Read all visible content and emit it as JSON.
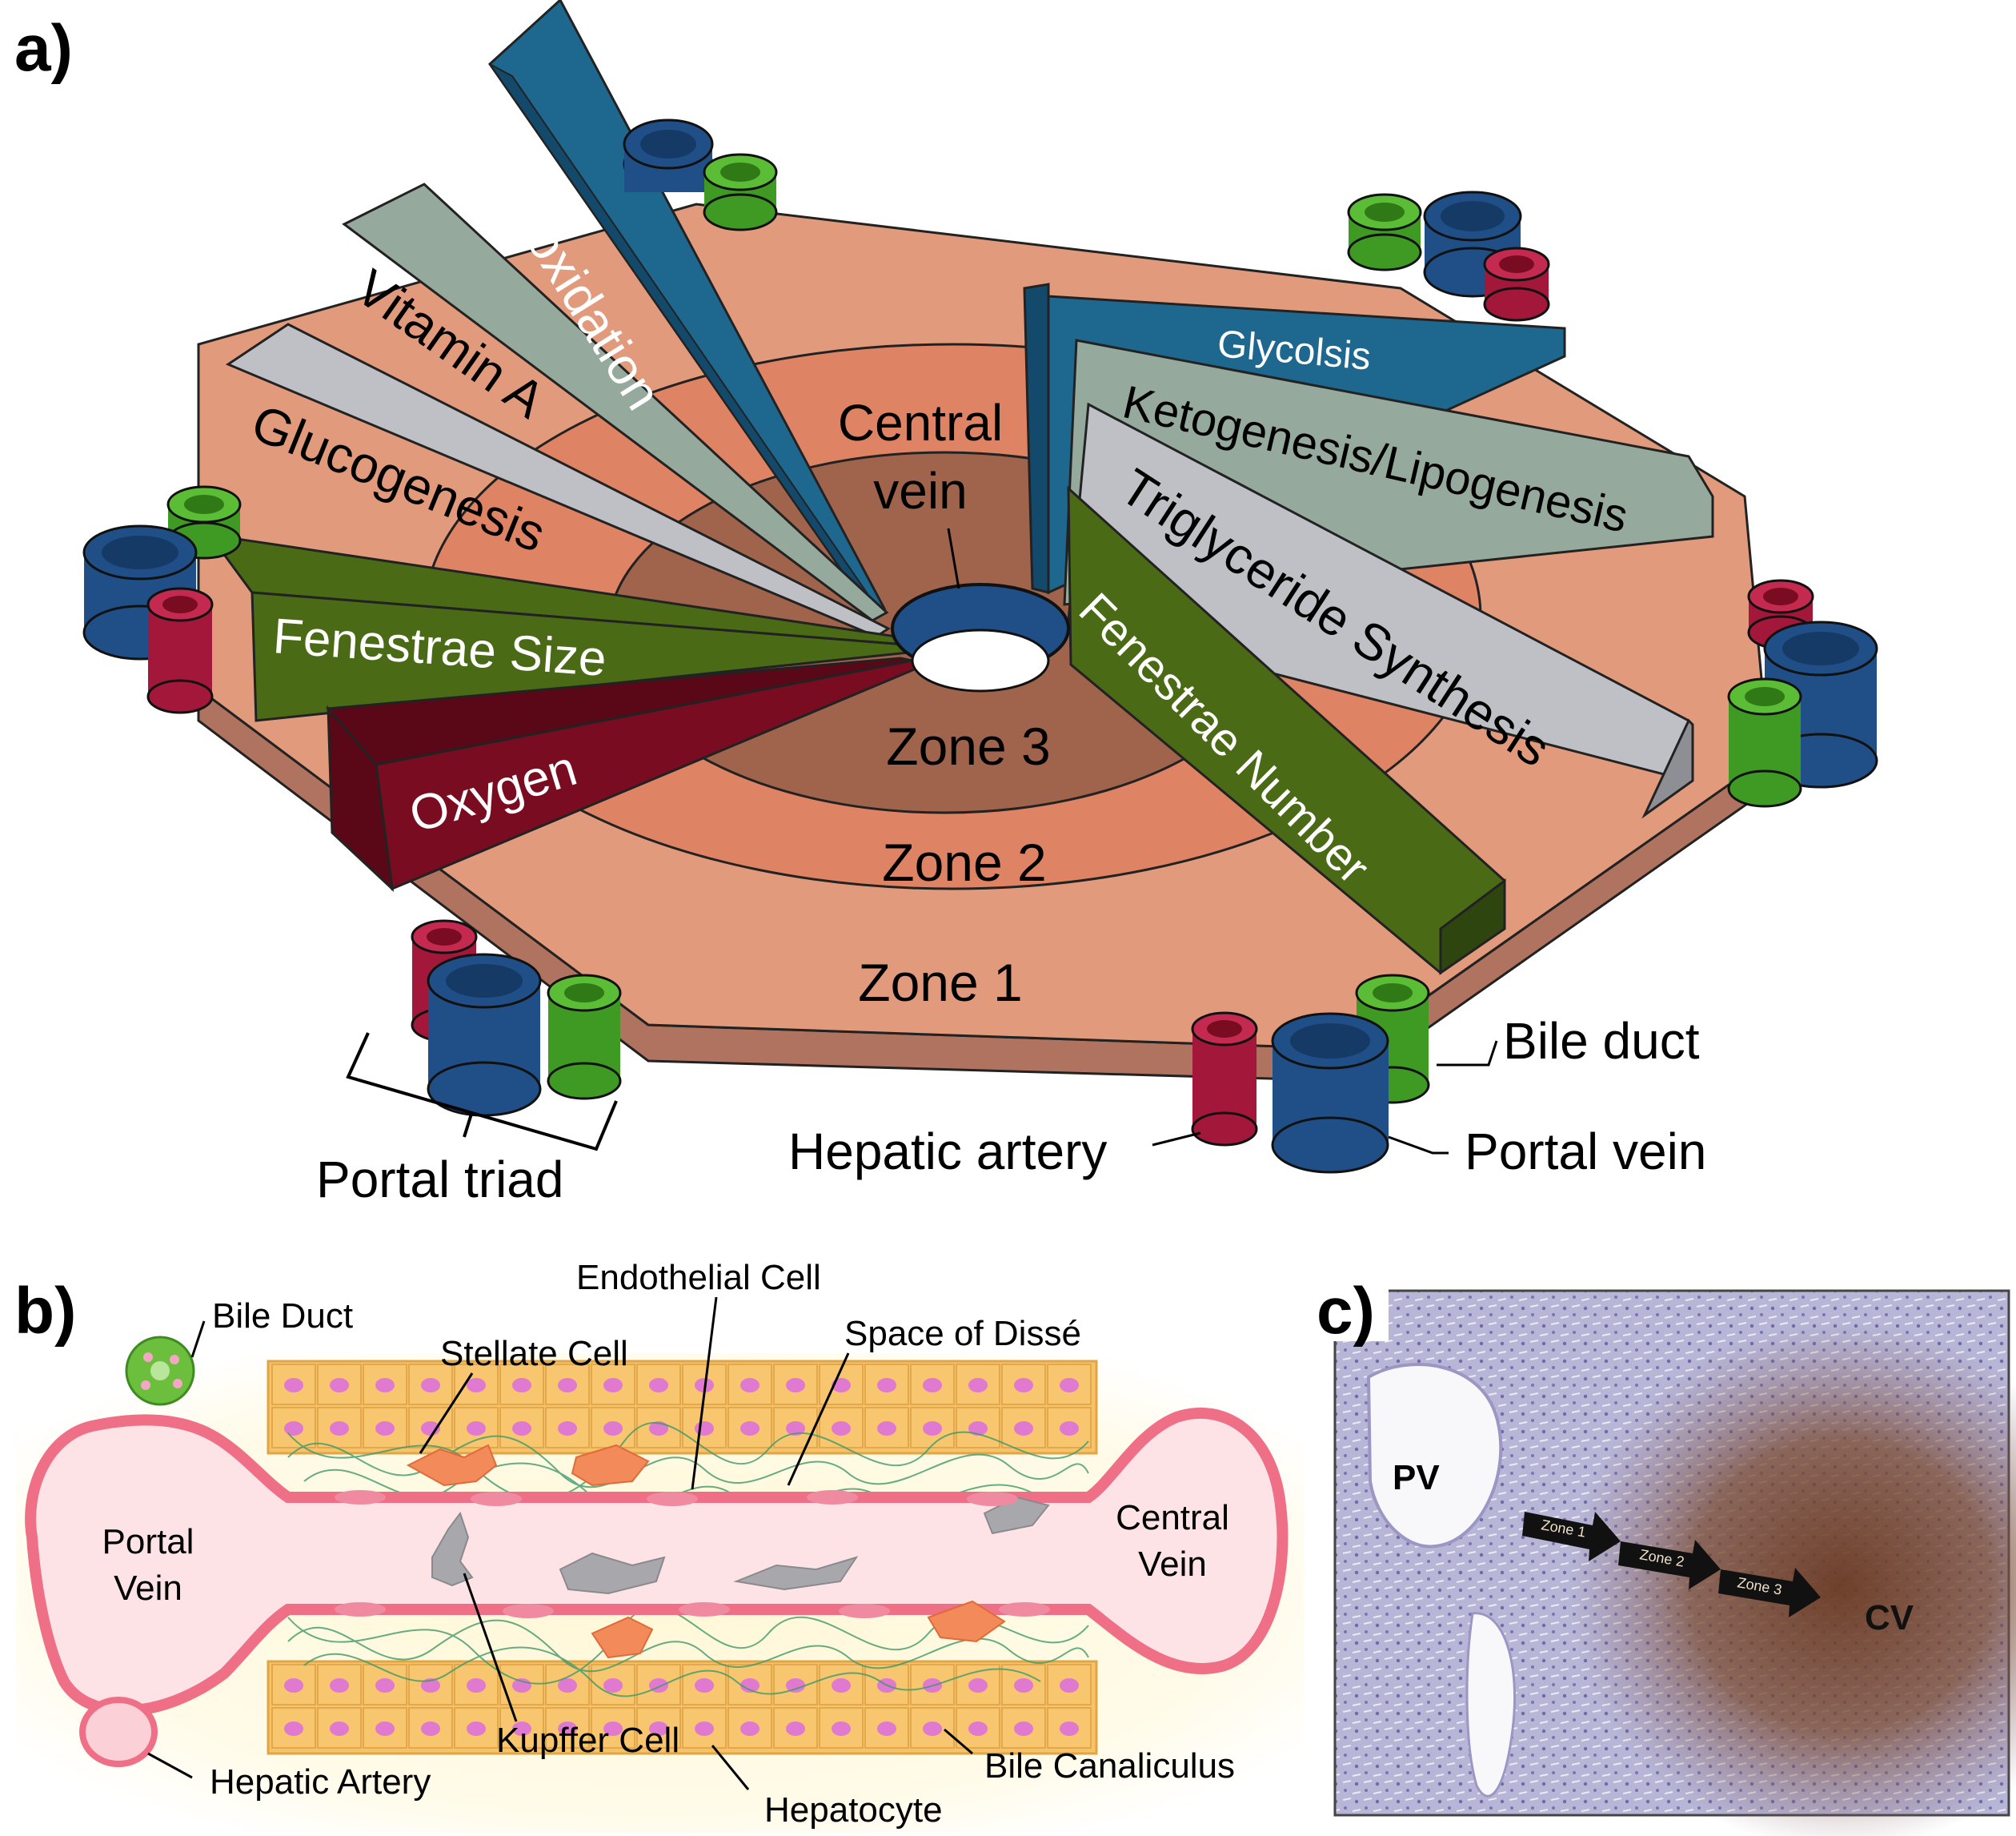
{
  "panel_a": {
    "label": "a)",
    "wedges": {
      "beta_oxidation": "β-oxidation",
      "vitamin_a": "Vitamin A",
      "glucogenesis": "Glucogenesis",
      "fenestrae_size": "Fenestrae Size",
      "oxygen": "Oxygen",
      "glycolsis": "Glycolsis",
      "ketogenesis": "Ketogenesis/Lipogenesis",
      "triglyceride": "Triglyceride Synthesis",
      "fenestrae_number": "Fenestrae Number"
    },
    "central_vein_line1": "Central",
    "central_vein_line2": "vein",
    "zone3": "Zone 3",
    "zone2": "Zone 2",
    "zone1": "Zone 1",
    "bile_duct": "Bile duct",
    "hepatic_artery": "Hepatic artery",
    "portal_vein": "Portal vein",
    "portal_triad": "Portal triad",
    "colors": {
      "zone1": "#e19b7c",
      "zone2": "#de8364",
      "zone3": "#a0644c",
      "portal_vein": "#1f4f86",
      "hepatic_artery": "#a3173a",
      "bile_duct": "#3f9a23",
      "teal": "#1e6890",
      "sage": "#95aa9c",
      "grey": "#bfc0c5",
      "olive": "#4a6a16",
      "maroon": "#7a0c22"
    }
  },
  "panel_b": {
    "label": "b)",
    "bile_duct": "Bile Duct",
    "stellate_cell": "Stellate Cell",
    "endothelial_cell": "Endothelial Cell",
    "space_of_disse": "Space of Dissé",
    "portal_vein_line1": "Portal",
    "portal_vein_line2": "Vein",
    "central_vein_line1": "Central",
    "central_vein_line2": "Vein",
    "hepatic_artery": "Hepatic Artery",
    "kupffer_cell": "Kupffer Cell",
    "hepatocyte": "Hepatocyte",
    "bile_canaliculus": "Bile Canaliculus"
  },
  "panel_c": {
    "label": "c)",
    "pv": "PV",
    "cv": "CV",
    "zone1": "Zone 1",
    "zone2": "Zone 2",
    "zone3": "Zone 3"
  }
}
